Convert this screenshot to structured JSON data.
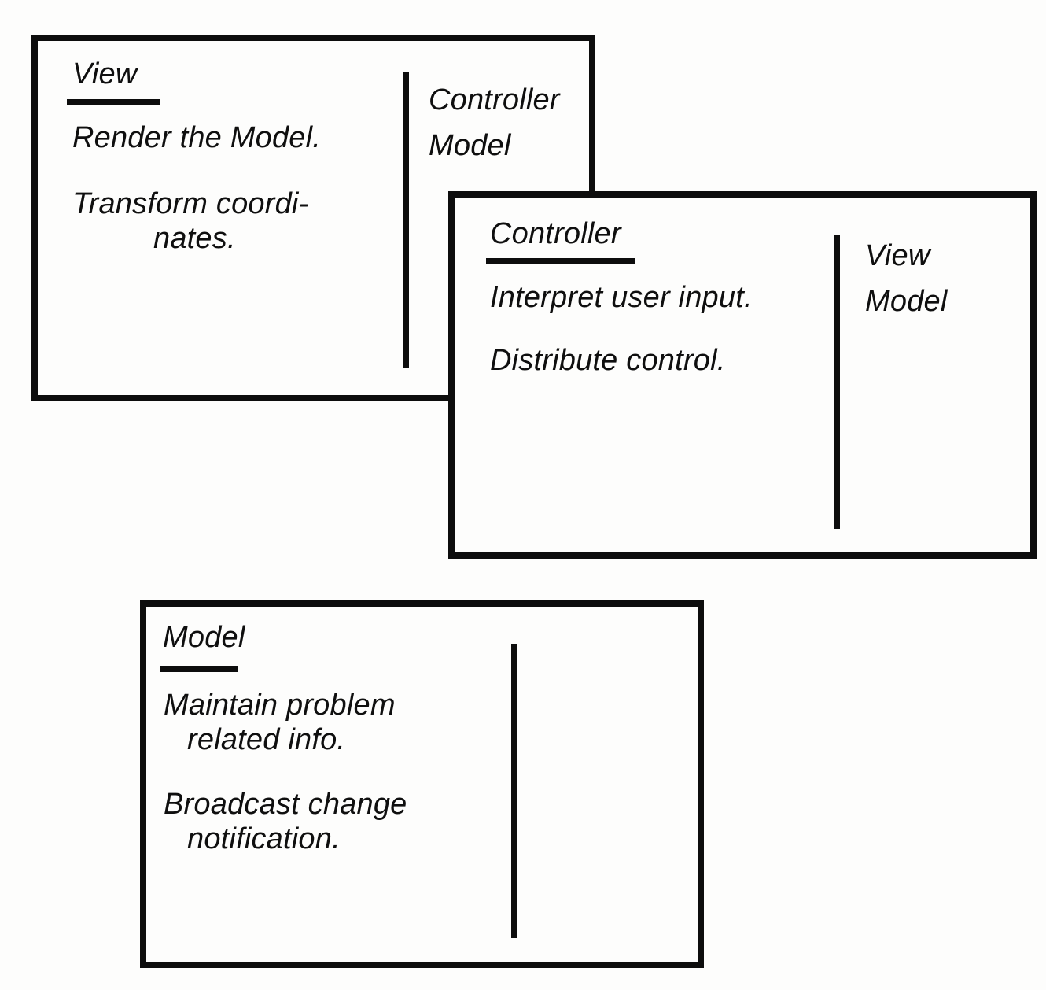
{
  "colors": {
    "ink": "#0d0d0d",
    "paper": "#fdfdfc"
  },
  "cards": [
    {
      "title": "View",
      "duties": [
        {
          "lines": [
            "Render the Model."
          ]
        },
        {
          "lines": [
            "Transform coordi-",
            "nates."
          ]
        }
      ],
      "collaborators": [
        "Controller",
        "Model"
      ]
    },
    {
      "title": "Controller",
      "duties": [
        {
          "lines": [
            "Interpret user input."
          ]
        },
        {
          "lines": [
            "Distribute control."
          ]
        }
      ],
      "collaborators": [
        "View",
        "Model"
      ]
    },
    {
      "title": "Model",
      "duties": [
        {
          "lines": [
            "Maintain problem",
            "related info."
          ]
        },
        {
          "lines": [
            "Broadcast change",
            "notification."
          ]
        }
      ],
      "collaborators": []
    }
  ]
}
